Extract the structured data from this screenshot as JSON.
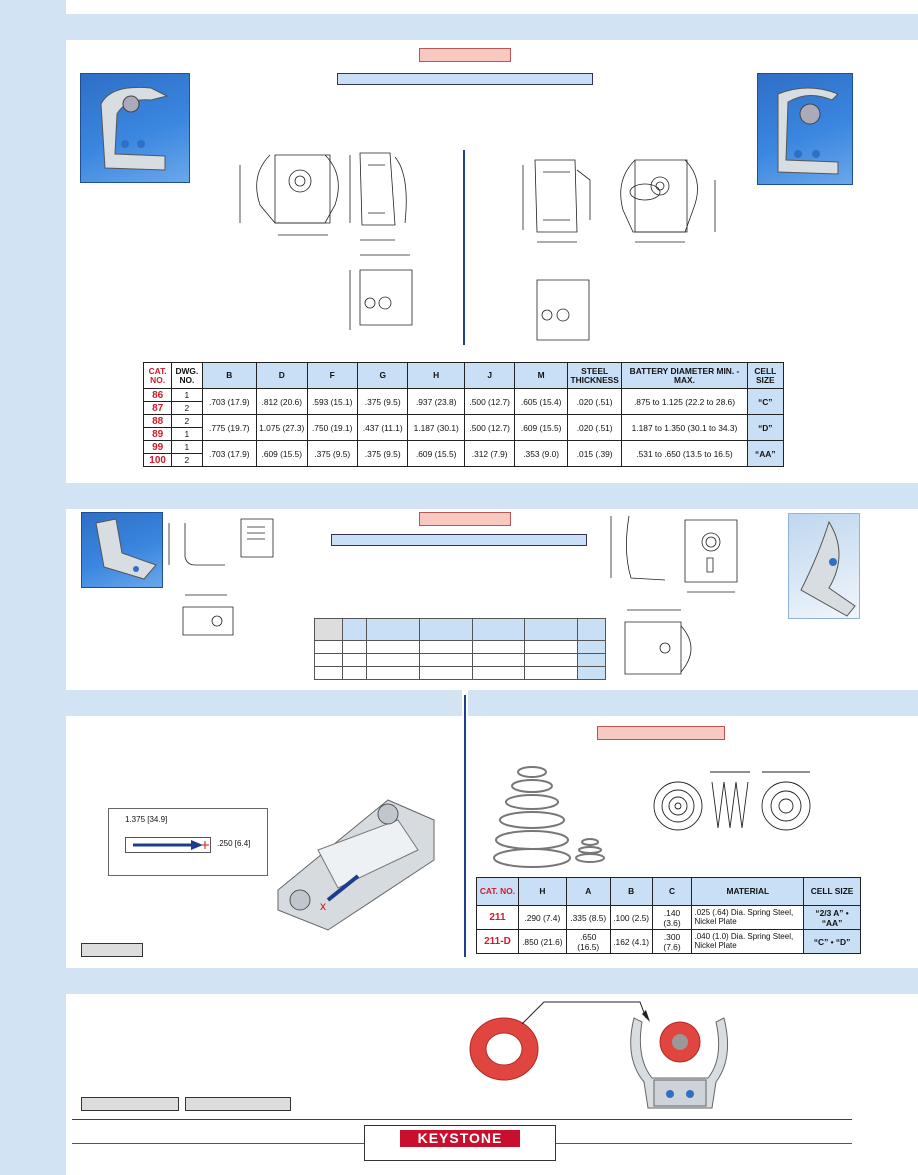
{
  "table1": {
    "headers": [
      "CAT. NO.",
      "DWG. NO.",
      "B",
      "D",
      "F",
      "G",
      "H",
      "J",
      "M",
      "STEEL THICKNESS",
      "BATTERY DIAMETER MIN. - MAX.",
      "CELL SIZE"
    ],
    "groups": [
      {
        "cats": [
          "86",
          "87"
        ],
        "dwgs": [
          "1",
          "2"
        ],
        "B": ".703 (17.9)",
        "D": ".812 (20.6)",
        "F": ".593 (15.1)",
        "G": ".375 (9.5)",
        "H": ".937 (23.8)",
        "J": ".500 (12.7)",
        "M": ".605 (15.4)",
        "steel": ".020 (.51)",
        "diam": ".875 to 1.125 (22.2 to 28.6)",
        "size": "“C”"
      },
      {
        "cats": [
          "88",
          "89"
        ],
        "dwgs": [
          "2",
          "1"
        ],
        "B": ".775 (19.7)",
        "D": "1.075 (27.3)",
        "F": ".750 (19.1)",
        "G": ".437 (11.1)",
        "H": "1.187 (30.1)",
        "J": ".500 (12.7)",
        "M": ".609 (15.5)",
        "steel": ".020 (.51)",
        "diam": "1.187 to 1.350 (30.1 to 34.3)",
        "size": "“D”"
      },
      {
        "cats": [
          "99",
          "100"
        ],
        "dwgs": [
          "1",
          "2"
        ],
        "B": ".703 (17.9)",
        "D": ".609 (15.5)",
        "F": ".375 (9.5)",
        "G": ".375 (9.5)",
        "H": ".609 (15.5)",
        "J": ".312 (7.9)",
        "M": ".353 (9.0)",
        "steel": ".015 (.39)",
        "diam": ".531 to .650 (13.5 to 16.5)",
        "size": "“AA”"
      }
    ]
  },
  "dim_callout": {
    "length": "1.375 [34.9]",
    "height": ".250 [6.4]"
  },
  "table3": {
    "headers": [
      "CAT. NO.",
      "H",
      "A",
      "B",
      "C",
      "MATERIAL",
      "CELL SIZE"
    ],
    "rows": [
      {
        "cat": "211",
        "H": ".290 (7.4)",
        "A": ".335 (8.5)",
        "B": ".100 (2.5)",
        "C": ".140 (3.6)",
        "material": ".025 (.64) Dia. Spring Steel, Nickel Plate",
        "size": "“2/3 A” • “AA”"
      },
      {
        "cat": "211-D",
        "H": ".850 (21.6)",
        "A": ".650 (16.5)",
        "B": ".162 (4.1)",
        "C": ".300 (7.6)",
        "material": ".040 (1.0) Dia. Spring Steel, Nickel Plate",
        "size": "“C” • “D”"
      }
    ]
  },
  "logo": {
    "text": "KEYSTONE"
  }
}
